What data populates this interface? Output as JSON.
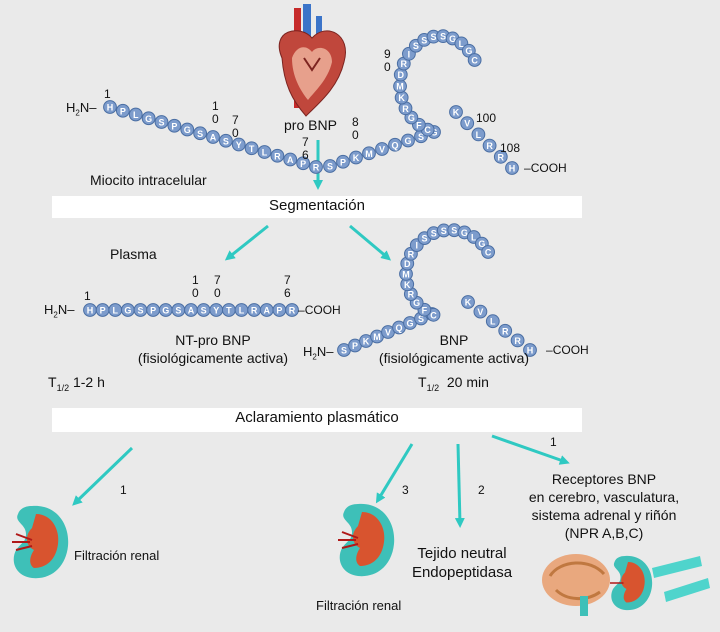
{
  "steps": {
    "segmentation": "Segmentación",
    "clearance": "Aclaramiento plasmático"
  },
  "labels": {
    "pro_bnp": "pro BNP",
    "myocyte": "Miocito intracelular",
    "plasma": "Plasma",
    "nt_pro_bnp": "NT-pro BNP",
    "nt_pro_bnp_note": "(fisiológicamente activa)",
    "nt_half_life": "1-2 h",
    "bnp": "BNP",
    "bnp_note": "(fisiológicamente activa)",
    "bnp_half_life": "20 min",
    "half_life_symbol": "T",
    "half_life_sub": "1/2",
    "h2n": "H",
    "h2n_sub": "2",
    "h2n_rest": "N",
    "cooh": "COOH"
  },
  "sequences": {
    "pro_bnp_nterm": [
      "H",
      "P",
      "L",
      "G",
      "S",
      "P",
      "G",
      "S",
      "A",
      "S",
      "Y",
      "T",
      "L",
      "R",
      "A",
      "P",
      "R"
    ],
    "pro_bnp_link": [
      "S",
      "P",
      "K",
      "M",
      "V",
      "Q",
      "G",
      "S",
      "G"
    ],
    "bnp_loop": [
      "C",
      "F",
      "G",
      "R",
      "K",
      "M",
      "D",
      "R",
      "I",
      "S",
      "S",
      "S",
      "S",
      "G",
      "L",
      "G",
      "C"
    ],
    "bnp_tail": [
      "K",
      "V",
      "L",
      "R",
      "R",
      "H"
    ],
    "nt_pro_bnp": [
      "H",
      "P",
      "L",
      "G",
      "S",
      "P",
      "G",
      "S",
      "A",
      "S",
      "Y",
      "T",
      "L",
      "R",
      "A",
      "P",
      "R"
    ],
    "bnp_nterm": [
      "S",
      "P",
      "K",
      "M",
      "V",
      "Q",
      "G",
      "S",
      "G"
    ]
  },
  "positions": {
    "p1": "1",
    "p10": "10",
    "p70": "70",
    "p76": "76",
    "p80": "80",
    "p90": "90",
    "p100": "100",
    "p108": "108",
    "n1": "1",
    "n10": "10",
    "n70": "70",
    "n76": "76"
  },
  "outcomes": {
    "renal_left": "Filtración renal",
    "renal_center": "Filtración renal",
    "endopeptidase": "Tejido neutral\nEndopeptidasa",
    "receptors": "Receptores BNP\nen cerebro, vasculatura,\nsistema adrenal y riñón\n(NPR A,B,C)",
    "num_left": "1",
    "num_center": "3",
    "num_endo": "2",
    "num_receptors": "1"
  },
  "colors": {
    "bead": "#7d9ccc",
    "bead_stroke": "#4a6ea3",
    "arrow": "#2fc9c2",
    "band": "#ffffff",
    "background": "#eaeaea"
  }
}
